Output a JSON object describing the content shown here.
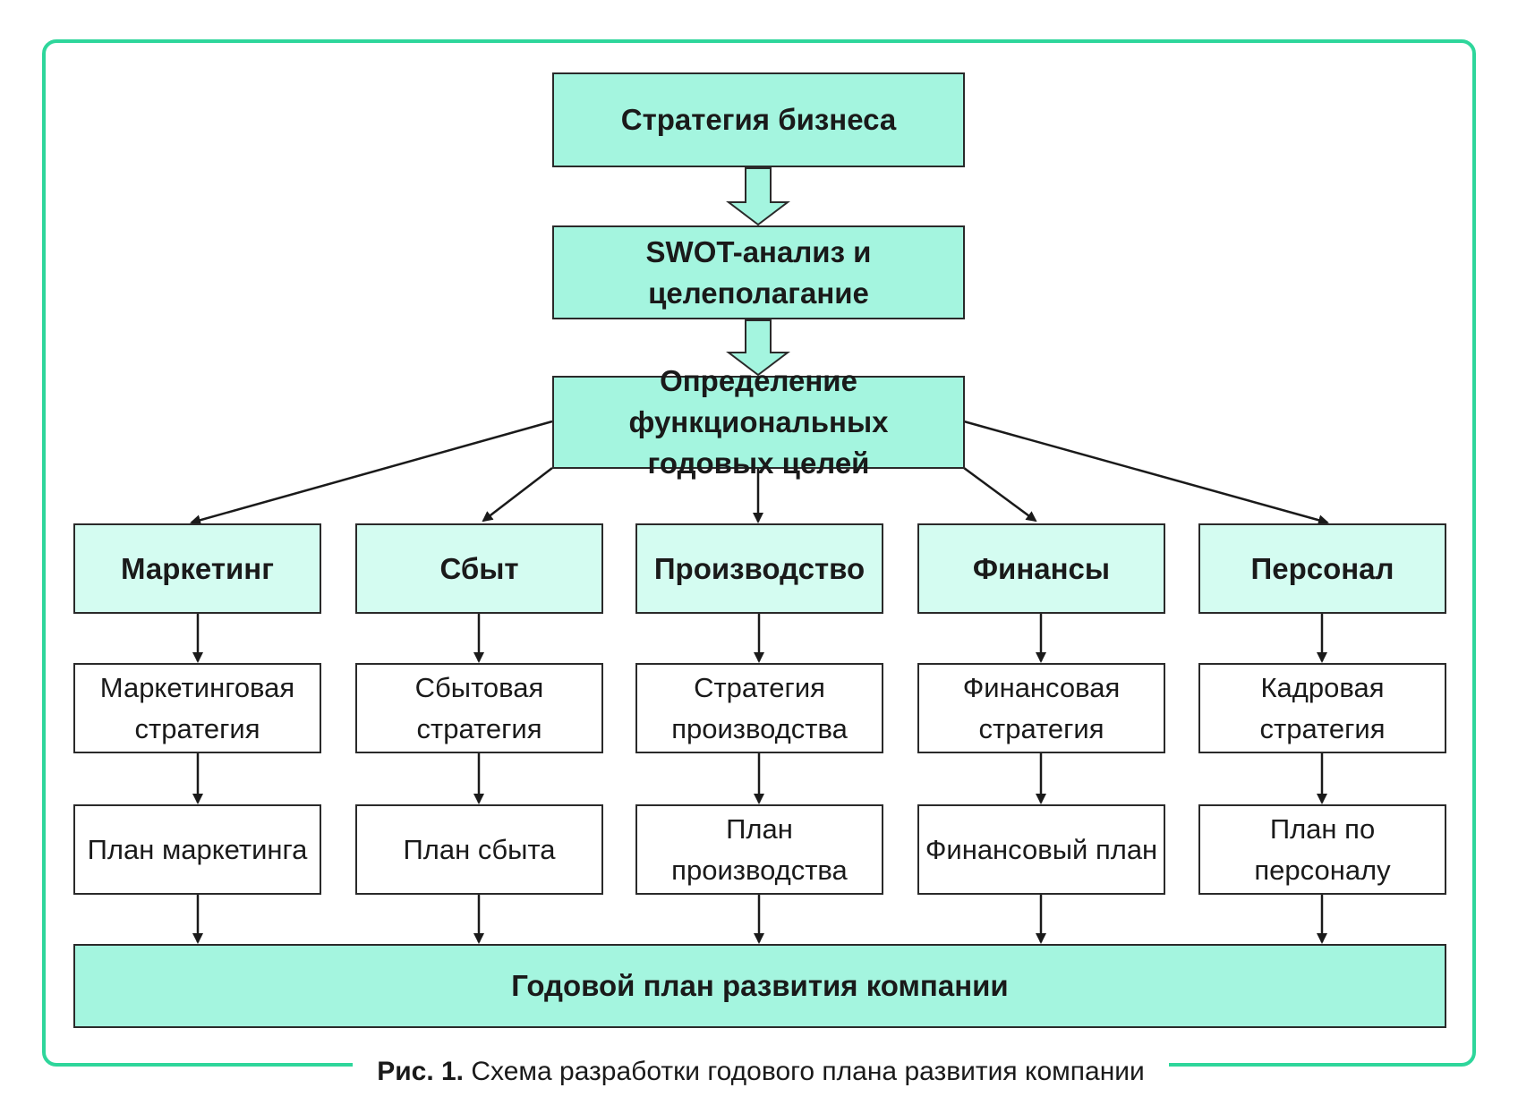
{
  "colors": {
    "frame": "#2ed69b",
    "main_fill": "#a4f5df",
    "func_fill": "#d4fcf1",
    "block_arrow_fill": "#a4f5df",
    "border": "#2a2a2a"
  },
  "top": {
    "strategy": "Стратегия бизнеса",
    "swot": "SWOT-анализ и целеполагание",
    "goals": "Определение функциональных годовых целей"
  },
  "columns": [
    {
      "function": "Маркетинг",
      "strategy": "Маркетинговая стратегия",
      "plan": "План маркетинга"
    },
    {
      "function": "Сбыт",
      "strategy": "Сбытовая стратегия",
      "plan": "План сбыта"
    },
    {
      "function": "Производство",
      "strategy": "Стратегия производства",
      "plan": "План производства"
    },
    {
      "function": "Финансы",
      "strategy": "Финансовая стратегия",
      "plan": "Финансовый план"
    },
    {
      "function": "Персонал",
      "strategy": "Кадровая стратегия",
      "plan": "План по персоналу"
    }
  ],
  "bottom": {
    "annual_plan": "Годовой план развития компании"
  },
  "caption": {
    "label": "Рис. 1.",
    "text": "Схема разработки годового плана развития компании"
  }
}
